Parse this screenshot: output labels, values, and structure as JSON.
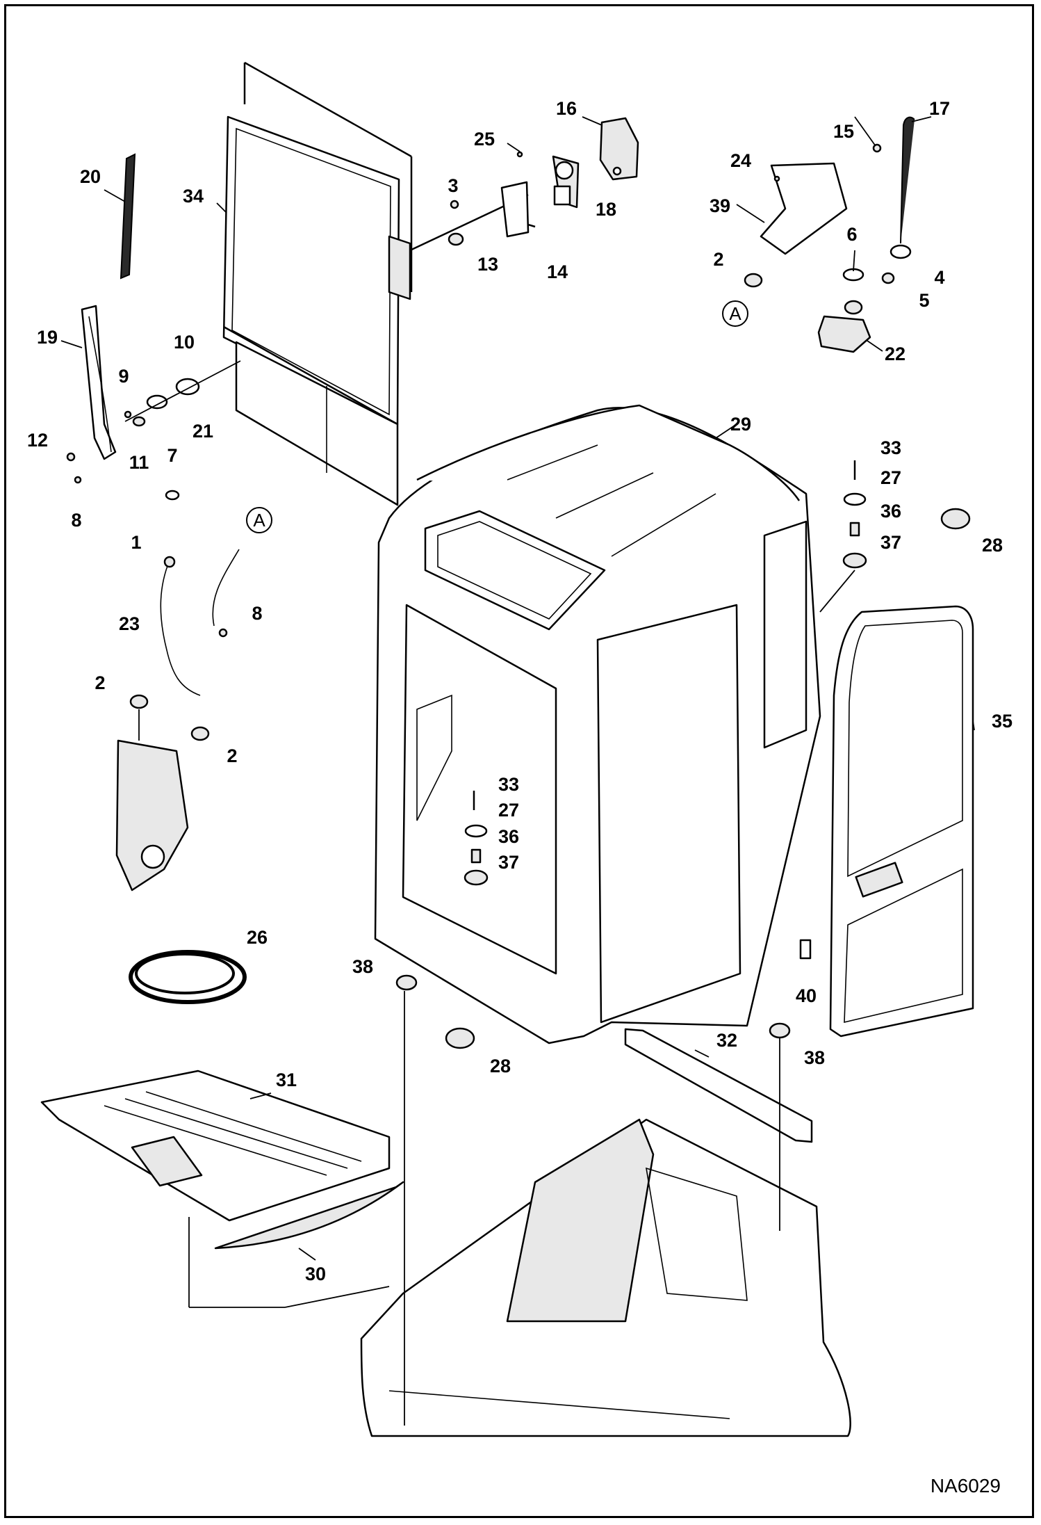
{
  "drawing_code": "NA6029",
  "callouts": [
    "1",
    "2",
    "3",
    "4",
    "5",
    "6",
    "7",
    "8",
    "9",
    "10",
    "11",
    "12",
    "13",
    "14",
    "15",
    "16",
    "17",
    "18",
    "19",
    "20",
    "21",
    "22",
    "23",
    "24",
    "25",
    "26",
    "27",
    "28",
    "29",
    "30",
    "31",
    "32",
    "33",
    "34",
    "35",
    "36",
    "37",
    "38",
    "39",
    "40"
  ],
  "reference_marker": "A"
}
